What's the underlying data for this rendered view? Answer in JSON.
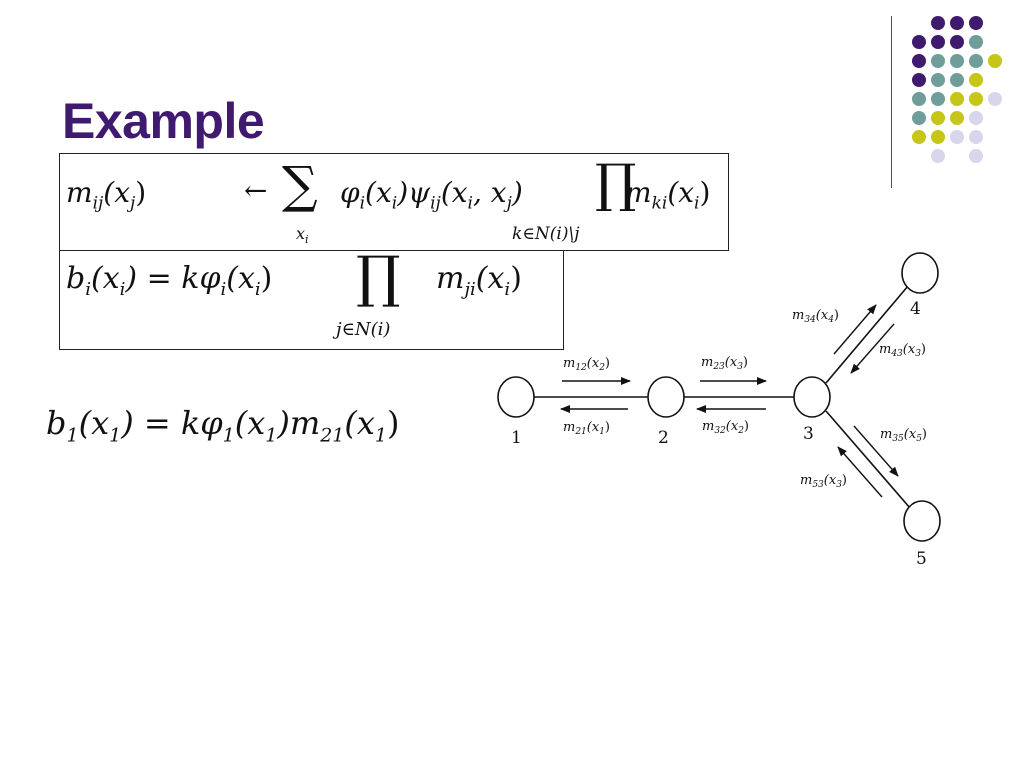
{
  "slide": {
    "title": "Example"
  },
  "formulas": {
    "message_update": {
      "lhs": "m",
      "lhs_sub": "ij",
      "lhs_arg": "(x",
      "lhs_arg_sub": "j",
      "lhs_close": ")",
      "arrow": "←",
      "sum_symbol": "∑",
      "sum_index": "x",
      "sum_index_sub": "i",
      "terms": "φ",
      "phi_sub": "i",
      "phi_arg": "(x",
      "phi_arg_sub": "i",
      "phi_close": ")ψ",
      "psi_sub": "ij",
      "psi_arg": "(x",
      "psi_arg_sub1": "i",
      "psi_mid": ", x",
      "psi_arg_sub2": "j",
      "psi_close": ")",
      "prod_symbol": "∏",
      "prod_index": "k∈N(i)\\j",
      "tail": "m",
      "tail_sub": "ki",
      "tail_arg": "(x",
      "tail_arg_sub": "i",
      "tail_close": ")"
    },
    "belief": {
      "lhs": "b",
      "lhs_sub": "i",
      "lhs_arg": "(x",
      "lhs_arg_sub": "i",
      "lhs_close": ") = kφ",
      "phi_sub": "i",
      "phi_arg": "(x",
      "phi_arg_sub": "i",
      "phi_close": ")",
      "prod_symbol": "∏",
      "prod_index": "j∈N(i)",
      "tail": "m",
      "tail_sub": "ji",
      "tail_arg": "(x",
      "tail_arg_sub": "i",
      "tail_close": ")"
    },
    "belief_node1": {
      "b": "b",
      "b_sub": "1",
      "b_arg": "(x",
      "b_arg_sub": "1",
      "eq": ") = kφ",
      "phi_sub": "1",
      "phi_arg": "(x",
      "phi_arg_sub": "1",
      "m": ")m",
      "m_sub": "21",
      "m_arg": "(x",
      "m_arg_sub": "1",
      "close": ")"
    }
  },
  "graph": {
    "nodes": [
      "1",
      "2",
      "3",
      "4",
      "5"
    ],
    "messages": {
      "m12": {
        "m": "m",
        "sub": "12",
        "arg": "(x",
        "arg_sub": "2",
        "close": ")"
      },
      "m21": {
        "m": "m",
        "sub": "21",
        "arg": "(x",
        "arg_sub": "1",
        "close": ")"
      },
      "m23": {
        "m": "m",
        "sub": "23",
        "arg": "(x",
        "arg_sub": "3",
        "close": ")"
      },
      "m32": {
        "m": "m",
        "sub": "32",
        "arg": "(x",
        "arg_sub": "2",
        "close": ")"
      },
      "m34": {
        "m": "m",
        "sub": "34",
        "arg": "(x",
        "arg_sub": "4",
        "close": ")"
      },
      "m43": {
        "m": "m",
        "sub": "43",
        "arg": "(x",
        "arg_sub": "3",
        "close": ")"
      },
      "m35": {
        "m": "m",
        "sub": "35",
        "arg": "(x",
        "arg_sub": "5",
        "close": ")"
      },
      "m53": {
        "m": "m",
        "sub": "53",
        "arg": "(x",
        "arg_sub": "3",
        "close": ")"
      }
    }
  },
  "theme": {
    "title_color": "#3f1a6f",
    "dot_colors": {
      "purple": "#3f1a6f",
      "teal": "#6f9e9a",
      "olive": "#c6c619",
      "lavender": "#d7d6ea"
    }
  }
}
